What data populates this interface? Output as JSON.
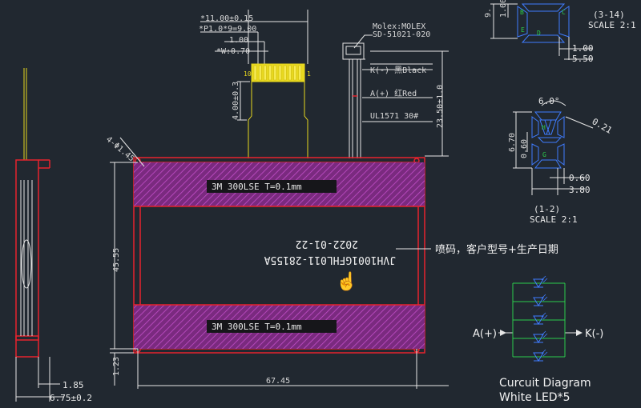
{
  "fpc": {
    "pitch_width": "*11.00±0.15",
    "pitch_count": "*P1.0*9=9.00",
    "pad_gap": "1.00",
    "pad_width": "*W:0.70",
    "tail_length": "4.00±0.3",
    "pin_first": "10",
    "pin_last": "1"
  },
  "connector": {
    "brand": "Molex:MOLEX",
    "part": "SD-51021-020",
    "wire_k": "K(-) 黑Black",
    "wire_a": "A(+) 红Red",
    "wire_spec": "UL1571  30#",
    "wire_length": "23.50±1.0",
    "hole": "4-Φ1.45"
  },
  "panel": {
    "tape_top": "3M 300LSE T=0.1mm",
    "tape_bottom": "3M 300LSE T=0.1mm",
    "print_date": "2022-01-22",
    "print_code": "JVH1001GFHL011-28155A",
    "print_note": "喷码，客户型号+生产日期",
    "width_dim": "67.45",
    "height_dim": "45.55",
    "offset_dim": "1.23"
  },
  "side": {
    "thickness": "1.85",
    "total_thickness": "6.75±0.2"
  },
  "segment_top": {
    "scale_ref": "(3-14)",
    "scale": "SCALE 2:1",
    "dim_a": "1.00",
    "dim_b": "5.50",
    "dim_c": "9.",
    "seg_b": "B",
    "seg_d": "D"
  },
  "segment_mid": {
    "scale_ref": "(1-2)",
    "scale": "SCALE 2:1",
    "dim_angle": "6.0°",
    "dim_r": "0.21",
    "dim_h": "6.70",
    "dim_s": "0.60",
    "dim_w1": "0.60",
    "dim_w2": "3.80"
  },
  "circuit": {
    "anode": "A(+)",
    "cathode": "K(-)",
    "title": "Curcuit Diagram",
    "subtitle": "White  LED*5",
    "led_count": 5
  }
}
